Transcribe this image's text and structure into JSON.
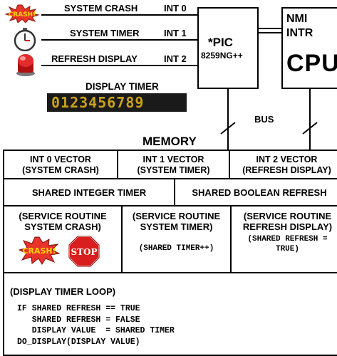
{
  "interrupts": [
    {
      "source": "SYSTEM CRASH",
      "int": "INT 0",
      "icon": "crash-icon"
    },
    {
      "source": "SYSTEM TIMER",
      "int": "INT 1",
      "icon": "stopwatch-icon"
    },
    {
      "source": "REFRESH DISPLAY",
      "int": "INT 2",
      "icon": "red-button-icon"
    }
  ],
  "pic": {
    "name": "*PIC",
    "model": "8259NG++"
  },
  "cpu": {
    "nmi": "NMI",
    "intr": "INTR",
    "label": "CPU"
  },
  "display_timer": {
    "title": "DISPLAY TIMER",
    "digits": "0123456789"
  },
  "bus": "BUS",
  "memory": {
    "title": "MEMORY",
    "vectors": [
      {
        "line1": "INT 0 VECTOR",
        "line2": "(SYSTEM CRASH)"
      },
      {
        "line1": "INT 1 VECTOR",
        "line2": "(SYSTEM TIMER)"
      },
      {
        "line1": "INT 2 VECTOR",
        "line2": "(REFRESH DISPLAY)"
      }
    ],
    "shared": [
      "SHARED INTEGER TIMER",
      "SHARED BOOLEAN REFRESH"
    ],
    "routines": [
      {
        "line1": "(SERVICE ROUTINE",
        "line2": "SYSTEM CRASH)",
        "code": []
      },
      {
        "line1": "(SERVICE ROUTINE",
        "line2": "SYSTEM TIMER)",
        "code": [
          "(SHARED TIMER++)"
        ]
      },
      {
        "line1": "(SERVICE ROUTINE",
        "line2": "REFRESH DISPLAY)",
        "code": [
          "(SHARED REFRESH =",
          "TRUE)"
        ]
      }
    ],
    "crash_word": "CRASH!",
    "stop_word": "STOP",
    "loop": {
      "title": "(DISPLAY TIMER LOOP)",
      "lines": [
        "IF SHARED REFRESH == TRUE",
        "   SHARED REFRESH = FALSE",
        "   DISPLAY VALUE  = SHARED TIMER",
        "DO_DISPLAY(DISPLAY VALUE)"
      ]
    }
  }
}
